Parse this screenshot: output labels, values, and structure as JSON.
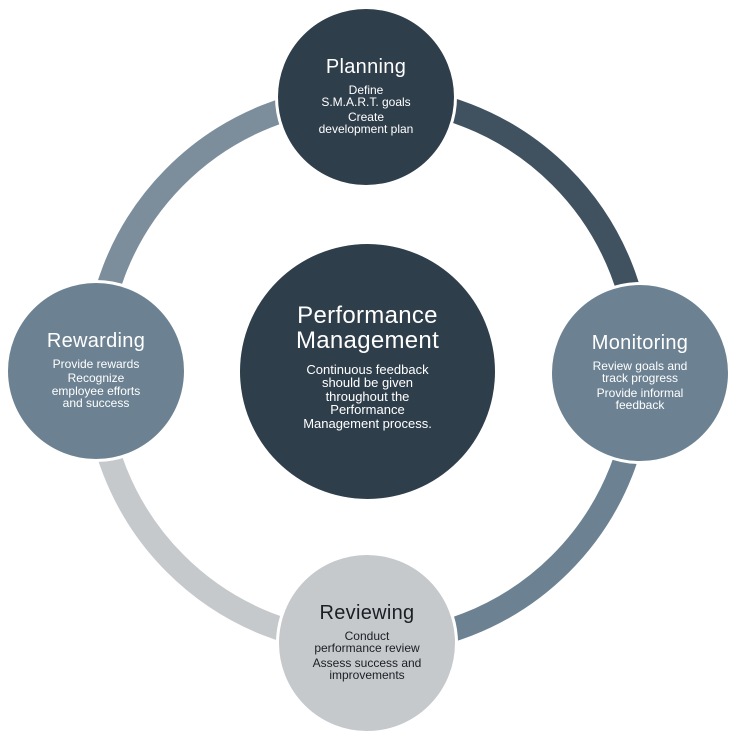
{
  "colors": {
    "dark": "#2f3e4b",
    "medium": "#6c8292",
    "light": "#c6c9cc",
    "arc_planning_monitoring": "#40525f",
    "arc_monitoring_reviewing": "#6c8292",
    "arc_reviewing_rewarding": "#c6c9cc",
    "arc_rewarding_planning": "#7c8e9b"
  },
  "center": {
    "title": "Performance\nManagement",
    "body": "Continuous feedback\nshould be given\nthroughout the\nPerformance\nManagement process."
  },
  "stages": {
    "planning": {
      "title": "Planning",
      "items": [
        "Define\nS.M.A.R.T. goals",
        "Create\ndevelopment plan"
      ]
    },
    "monitoring": {
      "title": "Monitoring",
      "items": [
        "Review goals and\ntrack progress",
        "Provide informal\nfeedback"
      ]
    },
    "reviewing": {
      "title": "Reviewing",
      "items": [
        "Conduct\nperformance review",
        "Assess success and\nimprovements"
      ]
    },
    "rewarding": {
      "title": "Rewarding",
      "items": [
        "Provide rewards",
        "Recognize\nemployee efforts\nand success"
      ]
    }
  }
}
